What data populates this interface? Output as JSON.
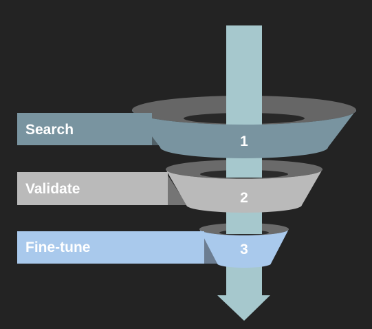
{
  "diagram": {
    "background": "#232323",
    "arrow_color": "#a6c8cd",
    "stages": [
      {
        "label": "Search",
        "number": "1",
        "color": "#7994a0",
        "rim_color": "#666666"
      },
      {
        "label": "Validate",
        "number": "2",
        "color": "#bababa",
        "rim_color": "#6a6a6a"
      },
      {
        "label": "Fine-tune",
        "number": "3",
        "color": "#a9c9ec",
        "rim_color": "#6b6b6b"
      }
    ]
  }
}
